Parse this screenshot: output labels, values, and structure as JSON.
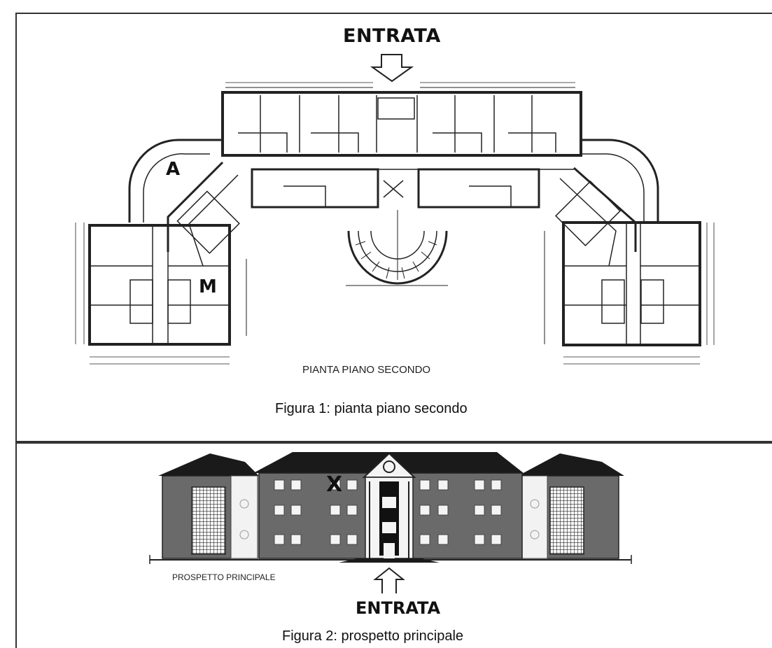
{
  "plan": {
    "entrance_label": "ENTRATA",
    "plan_title": "PIANTA PIANO SECONDO",
    "caption": "Figura 1: pianta piano secondo",
    "room_a": "A",
    "room_m": "M"
  },
  "elevation": {
    "entrance_label": "ENTRATA",
    "view_title": "PROSPETTO PRINCIPALE",
    "caption": "Figura 2: prospetto principale",
    "marker": "X"
  }
}
